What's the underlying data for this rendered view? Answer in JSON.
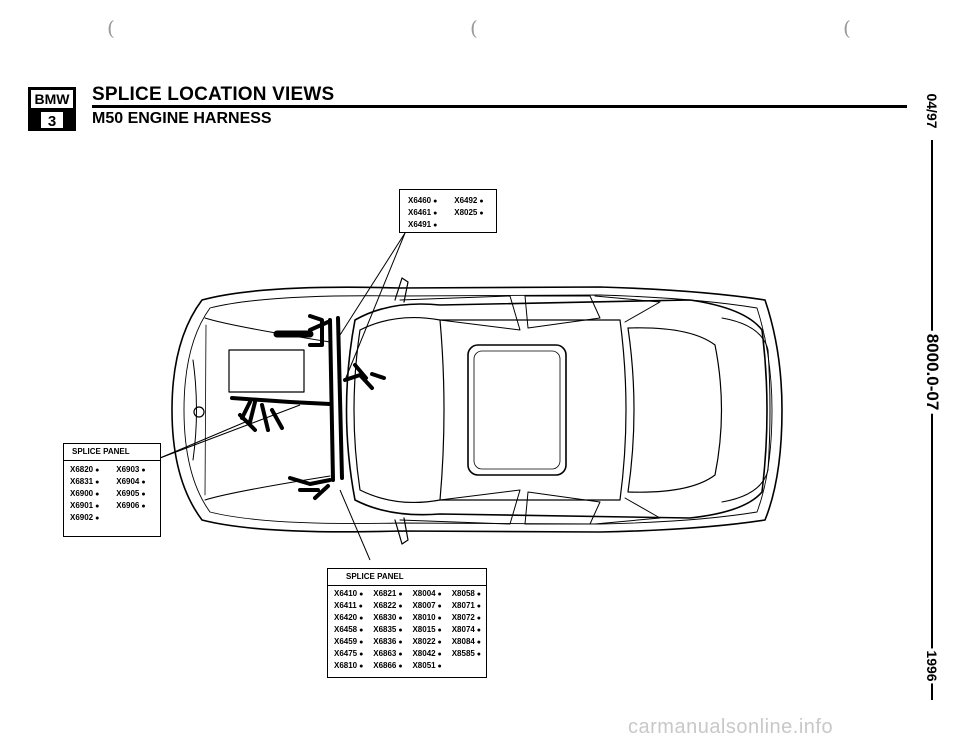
{
  "header": {
    "logo_top": "BMW",
    "logo_bottom": "3",
    "title": "SPLICE LOCATION VIEWS",
    "subtitle": "M50 ENGINE HARNESS"
  },
  "side": {
    "date": "04/97",
    "page": "8000.0-07",
    "year": "1996"
  },
  "top_box": {
    "rows": [
      [
        "X6460",
        "X6492"
      ],
      [
        "X6461",
        "X8025"
      ],
      [
        "X6491"
      ]
    ]
  },
  "left_box": {
    "header": "SPLICE PANEL",
    "rows": [
      [
        "X6820",
        "X6903"
      ],
      [
        "X6831",
        "X6904"
      ],
      [
        "X6900",
        "X6905"
      ],
      [
        "X6901",
        "X6906"
      ],
      [
        "X6902"
      ]
    ]
  },
  "bottom_box": {
    "header": "SPLICE PANEL",
    "rows": [
      [
        "X6410",
        "X6821",
        "X8004",
        "X8058"
      ],
      [
        "X6411",
        "X6822",
        "X8007",
        "X8071"
      ],
      [
        "X6420",
        "X6830",
        "X8010",
        "X8072"
      ],
      [
        "X6458",
        "X6835",
        "X8015",
        "X8074"
      ],
      [
        "X6459",
        "X6836",
        "X8022",
        "X8084"
      ],
      [
        "X6475",
        "X6863",
        "X8042",
        "X8585"
      ],
      [
        "X6810",
        "X6866",
        "X8051"
      ]
    ]
  },
  "footer": {
    "watermark": "carmanualsonline.info"
  }
}
